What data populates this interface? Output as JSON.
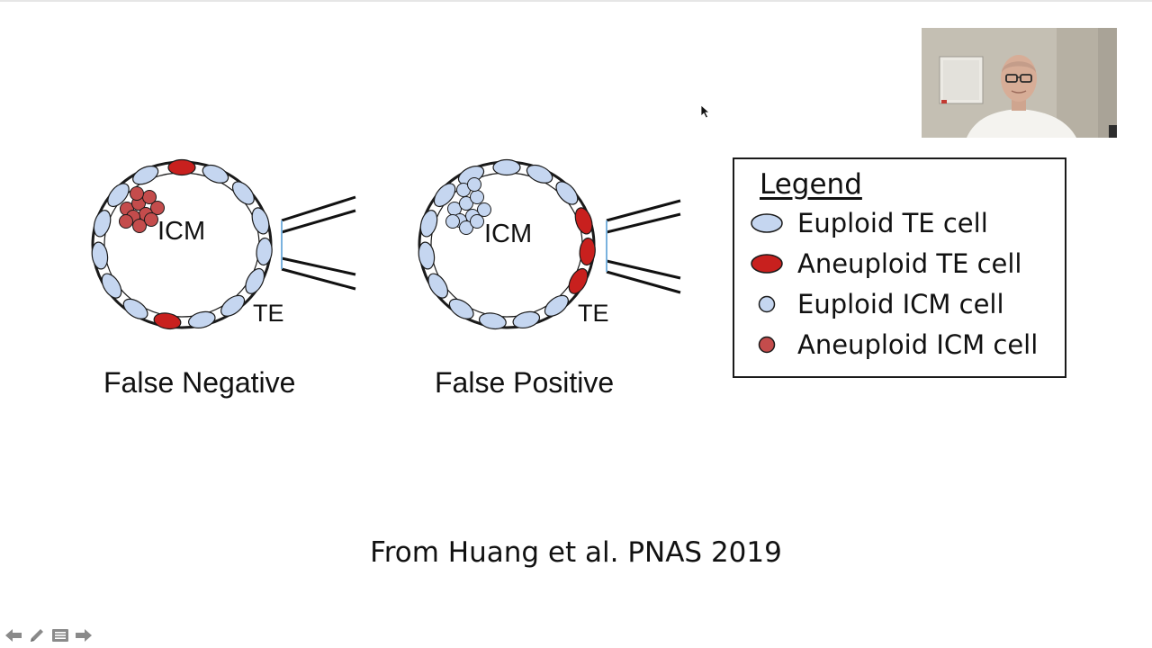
{
  "diagram": {
    "left": {
      "icm_label": "ICM",
      "te_label": "TE",
      "caption": "False Negative"
    },
    "right": {
      "icm_label": "ICM",
      "te_label": "TE",
      "caption": "False Positive"
    }
  },
  "legend": {
    "title": "Legend",
    "items": [
      {
        "label": "Euploid TE cell",
        "shape": "ellipse",
        "color": "#c5d6f0"
      },
      {
        "label": "Aneuploid TE cell",
        "shape": "ellipse",
        "color": "#c8201e"
      },
      {
        "label": "Euploid ICM cell",
        "shape": "circle",
        "color": "#c5d6f0"
      },
      {
        "label": "Aneuploid ICM cell",
        "shape": "circle",
        "color": "#c44c4c"
      }
    ]
  },
  "citation": "From Huang et al.  PNAS 2019",
  "colors": {
    "euploid": "#c5d6f0",
    "aneuploid_te": "#c8201e",
    "aneuploid_icm": "#c44c4c",
    "outline": "#1a1a1a"
  },
  "nav": {
    "icons": [
      "arrow-left-icon",
      "pencil-icon",
      "menu-icon",
      "arrow-right-icon"
    ]
  }
}
